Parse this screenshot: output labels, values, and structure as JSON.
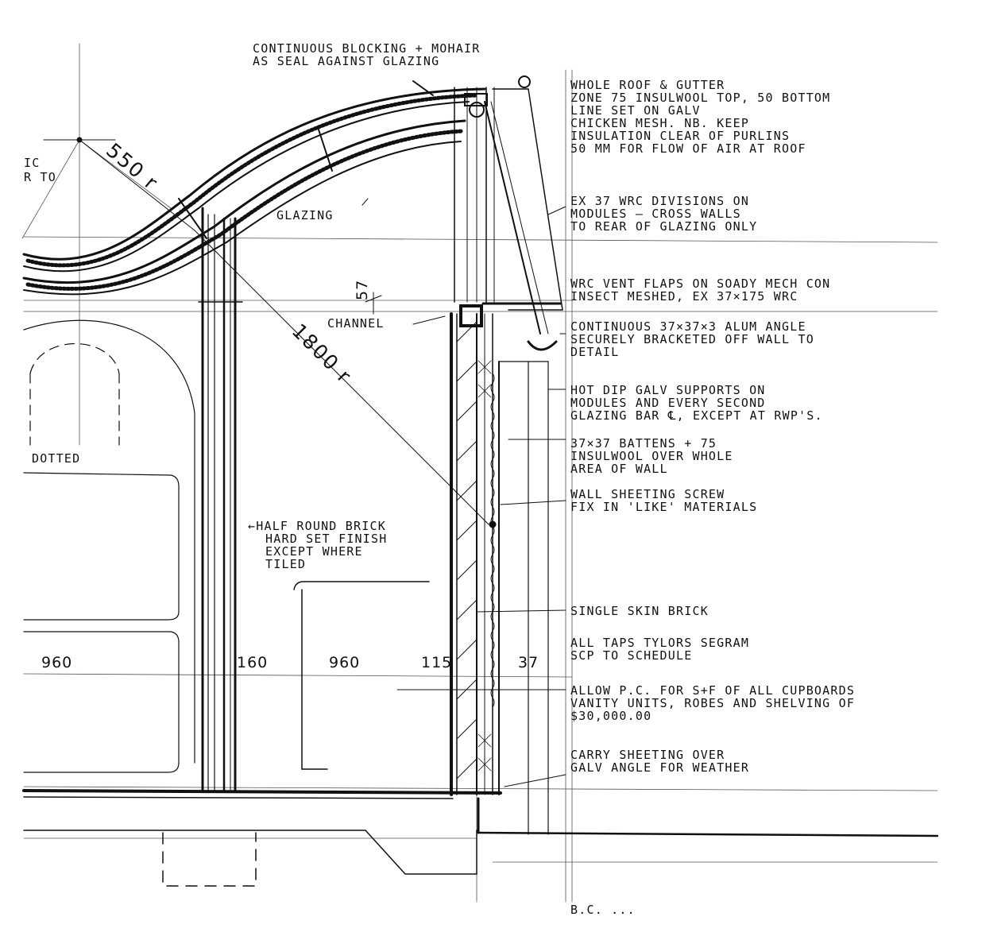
{
  "drawing": {
    "top_note": [
      "CONTINUOUS BLOCKING + MOHAIR",
      "AS SEAL AGAINST GLAZING"
    ],
    "notes": [
      [
        "WHOLE ROOF & GUTTER",
        "ZONE 75 INSULWOOL TOP, 50 BOTTOM",
        "LINE SET ON GALV",
        "CHICKEN MESH. NB. KEEP",
        "INSULATION CLEAR OF PURLINS",
        "50 MM FOR FLOW OF AIR AT ROOF"
      ],
      [
        "EX 37 WRC DIVISIONS ON",
        "MODULES  —  CROSS WALLS",
        "TO REAR OF GLAZING ONLY"
      ],
      [
        "WRC VENT FLAPS ON SOADY MECH CON",
        "INSECT MESHED, EX 37×175 WRC"
      ],
      [
        "CONTINUOUS 37×37×3 ALUM ANGLE",
        "SECURELY BRACKETED OFF WALL TO",
        "DETAIL"
      ],
      [
        "HOT DIP GALV SUPPORTS ON",
        "MODULES AND EVERY SECOND",
        "GLAZING BAR ℄, EXCEPT AT RWP'S."
      ],
      [
        "37×37 BATTENS + 75",
        "INSULWOOL OVER WHOLE",
        "AREA OF WALL"
      ],
      [
        "WALL SHEETING SCREW",
        "FIX IN 'LIKE' MATERIALS"
      ],
      [
        "SINGLE SKIN BRICK"
      ],
      [
        "ALL TAPS TYLORS SEGRAM",
        "SCP TO SCHEDULE"
      ],
      [
        "ALLOW P.C. FOR S+F OF ALL CUPBOARDS",
        "VANITY UNITS, ROBES AND SHELVING OF",
        "$30,000.00"
      ],
      [
        "CARRY SHEETING OVER",
        "GALV ANGLE FOR WEATHER"
      ]
    ],
    "glazing_label": "GLAZING",
    "channel_label": "CHANNEL",
    "half_round_note": [
      "←HALF ROUND BRICK",
      "HARD SET FINISH",
      "EXCEPT WHERE",
      "TILED"
    ],
    "dotted_label": "DOTTED",
    "left_fragments": [
      "IC",
      "R  TO"
    ],
    "radius_small": "550 r",
    "radius_large": "1800 r",
    "dim_57": "57",
    "dimensions": [
      "960",
      "160",
      "960",
      "115",
      "37"
    ],
    "bottom_fragment": "B.C. ..."
  }
}
